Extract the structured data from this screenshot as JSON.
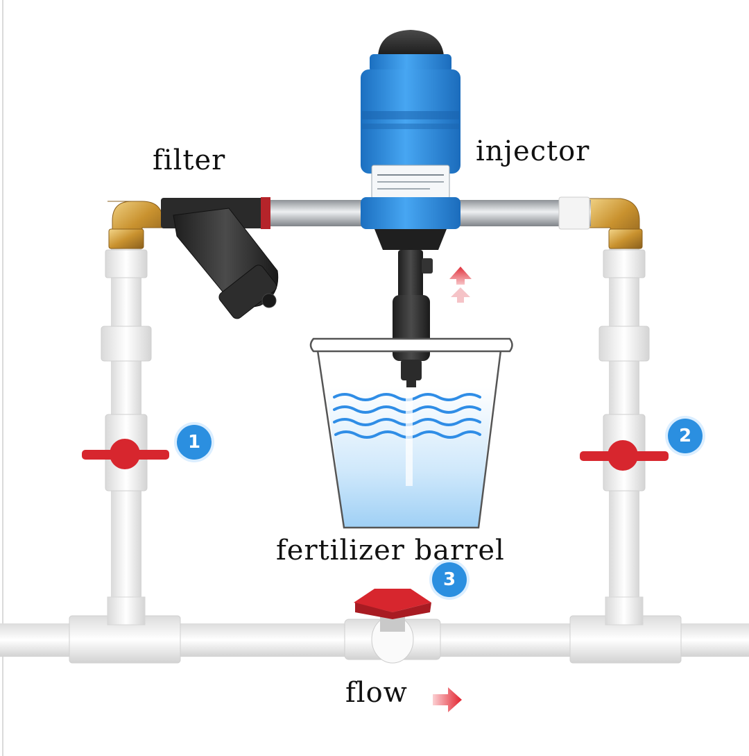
{
  "labels": {
    "filter": "filter",
    "injector": "injector",
    "barrel": "fertilizer barrel",
    "flow": "flow"
  },
  "valves": {
    "one": "1",
    "two": "2",
    "three": "3"
  },
  "colors": {
    "pipe": "#f1f1f1",
    "injector_blue": "#2c8de0",
    "valve_red": "#d7262e",
    "brass": "#d4a44a",
    "badge_blue": "#2b8fe0",
    "water": "#4aa6ee"
  },
  "icons": {
    "flow_arrow": "arrow-right-icon",
    "suction_arrow": "arrow-up-icon"
  }
}
